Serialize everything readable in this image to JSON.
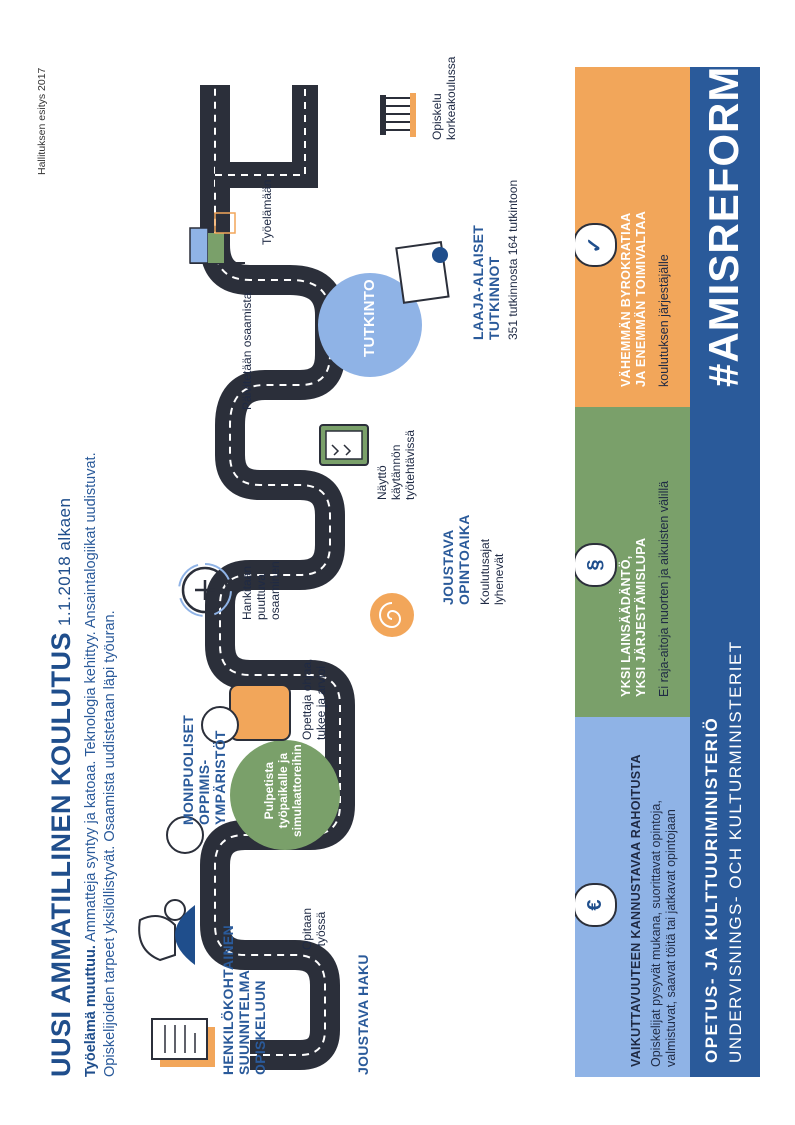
{
  "header": {
    "title": "UUSI AMMATILLINEN KOULUTUS",
    "date": "1.1.2018 alkaen",
    "corner_note": "Hallituksen esitys 2017",
    "intro_bold": "Työelämä muuttuu.",
    "intro_line1": "Ammatteja syntyy ja katoaa. Teknologia kehittyy. Ansaintalogiikat uudistuvat.",
    "intro_line2": "Opiskelijoiden tarpeet yksilöllistyvät. Osaamista uudistetaan läpi työuran."
  },
  "road": {
    "joustava_haku": "JOUSTAVA HAKU",
    "henkilokohtainen": [
      "HENKILÖKOHTAINEN",
      "SUUNNITELMA",
      "OPISKELUUN"
    ],
    "opitaan_tyossa": [
      "Opitaan",
      "työssä"
    ],
    "monipuoliset": [
      "MONIPUOLISET",
      "OPPIMIS-",
      "YMPÄRISTÖT"
    ],
    "pulpetista": [
      "Pulpetista",
      "työpaikalle ja",
      "simulaattoreihin"
    ],
    "opettaja": [
      "Opettaja ohjaa,",
      "tukee ja arvioi"
    ],
    "hankitaan": [
      "Hankitaan",
      "puuttuva",
      "osaaminen"
    ],
    "joustava_opintoaika": [
      "JOUSTAVA",
      "OPINTOAIKA"
    ],
    "koulutusajat": [
      "Koulutusajat",
      "lyhenevät"
    ],
    "naytto": [
      "Näyttö",
      "käytännön",
      "työtehtävissä"
    ],
    "paivitetaan": "Päivitetään osaamista",
    "tutkinto": "TUTKINTO",
    "laaja_alaiset": [
      "LAAJA-ALAISET",
      "TUTKINNOT"
    ],
    "tutkinnot_count": "351 tutkinnosta 164 tutkintoon",
    "tyoelamaan": "Työelämään",
    "opiskelu": [
      "Opiskelu",
      "korkeakoulussa"
    ]
  },
  "bands": {
    "rahoitus": {
      "title": "VAIKUTTAVUUTEEN KANNUSTAVAA RAHOITUSTA",
      "text": [
        "Opiskelijat pysyvät mukana, suorittavat opintoja,",
        "valmistuvat, saavat töitä tai jatkavat opintojaan"
      ],
      "icon_glyph": "€"
    },
    "lainsaadanto": {
      "title": [
        "YKSI LAINSÄÄDÄNTÖ,",
        "YKSI JÄRJESTÄMISLUPA"
      ],
      "text": "Ei raja-aitoja nuorten ja aikuisten välillä",
      "icon_glyph": "§"
    },
    "byrokratia": {
      "title": [
        "VÄHEMMÄN BYROKRATIAA",
        "JA ENEMMÄN TOIMIVALTAA"
      ],
      "text": "koulutuksen järjestäjälle",
      "icon_glyph": "✓"
    }
  },
  "footer": {
    "ministry_fi": "OPETUS- JA KULTTUURIMINISTERIÖ",
    "ministry_sv": "UNDERVISNINGS- OCH KULTURMINISTERIET",
    "hashtag": "#AMISREFORMI"
  },
  "colors": {
    "navy": "#2a5a9a",
    "blue_band": "#8fb3e6",
    "green_band": "#7aa06a",
    "orange_band": "#f2a65a",
    "green_circle": "#7aa06a",
    "blue_circle": "#8fb3e6",
    "orange_spiral": "#f2a65a",
    "road": "#2b2f3a"
  }
}
